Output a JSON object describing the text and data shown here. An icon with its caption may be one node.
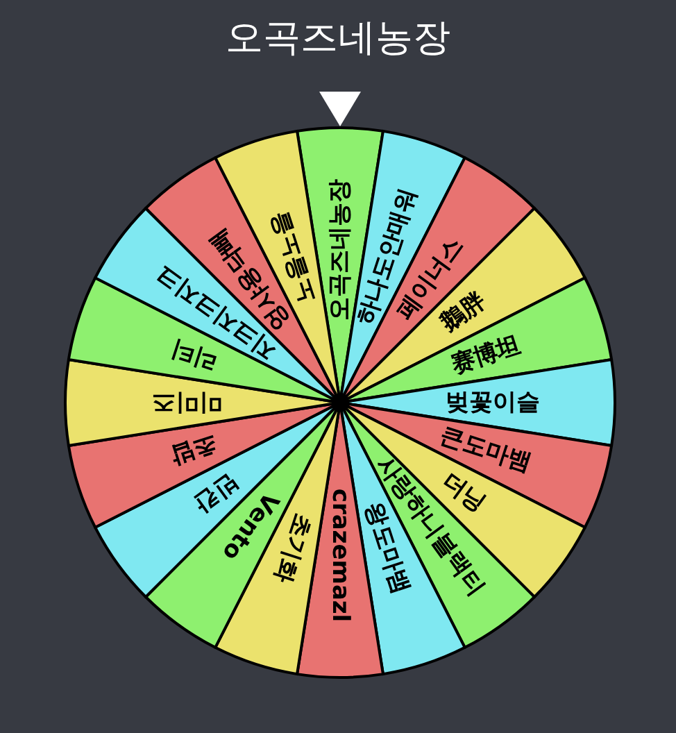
{
  "diagram": {
    "title": "오곡즈네농장",
    "nodes": [
      {
        "text": [
          "오곡즈네농장"
        ]
      },
      {
        "text": [
          "하나도안매워"
        ]
      },
      {
        "text": [
          "페이너스"
        ]
      },
      {
        "text": [
          "鵝胖"
        ]
      },
      {
        "text": [
          "赛博坦"
        ]
      },
      {
        "text": [
          "벚꽃이슬"
        ]
      },
      {
        "text": [
          "큰도마뱀"
        ]
      },
      {
        "text": [
          "더닝"
        ]
      },
      {
        "text": [
          "사랑하니블랙티"
        ]
      },
      {
        "text": [
          "왕도마뱀"
        ]
      },
      {
        "text": [
          "crazemazl"
        ]
      },
      {
        "text": [
          "초기화"
        ]
      },
      {
        "text": [
          "Vento"
        ]
      },
      {
        "text": [
          "빈칸"
        ]
      },
      {
        "text": [
          "초밥"
        ]
      },
      {
        "text": [
          "미미즈"
        ]
      },
      {
        "text": [
          "리티"
        ]
      },
      {
        "text": [
          "지크지크지크"
        ]
      },
      {
        "text": [
          "엉샤용닥빼"
        ]
      },
      {
        "text": [
          "노을노을"
        ]
      }
    ]
  }
}
